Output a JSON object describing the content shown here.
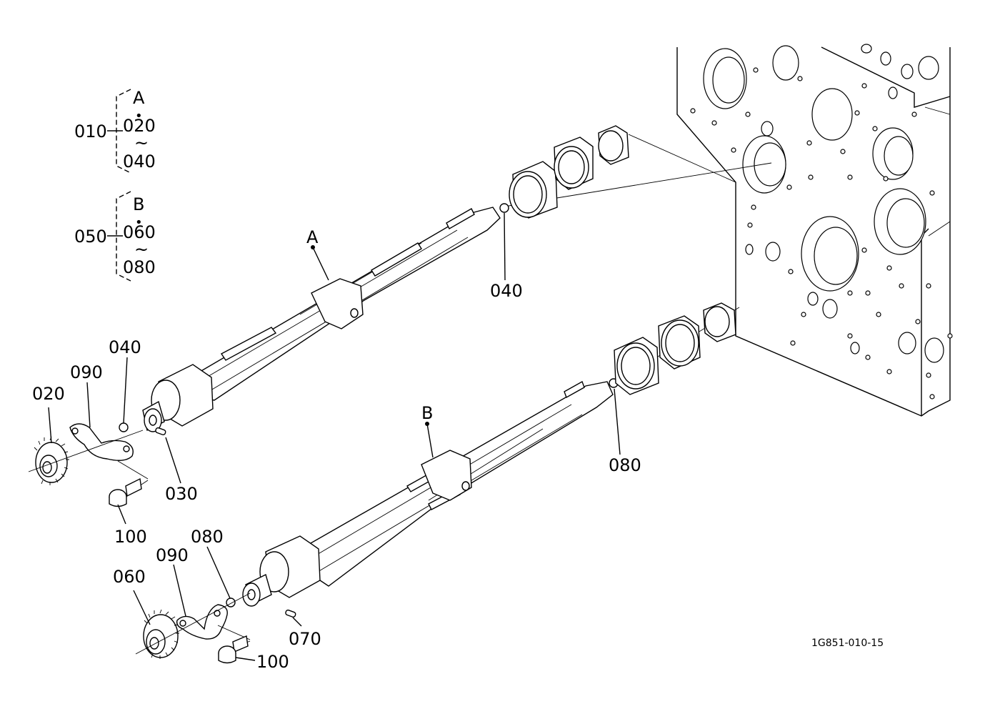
{
  "legend": {
    "group_a": {
      "number": "010",
      "ref": "A",
      "dot": "•",
      "from": "020",
      "tilde": "~",
      "to": "040"
    },
    "group_b": {
      "number": "050",
      "ref": "B",
      "dot": "•",
      "from": "060",
      "tilde": "~",
      "to": "080"
    }
  },
  "callouts": {
    "shaft_a": "A",
    "shaft_b": "B",
    "p040_top": "040",
    "p040_left": "040",
    "p090_a": "090",
    "p020": "020",
    "p030": "030",
    "p100_a": "100",
    "p080_right": "080",
    "p080_left": "080",
    "p090_b": "090",
    "p060": "060",
    "p070": "070",
    "p100_b": "100"
  },
  "drawing_code": "1G851-010-15"
}
